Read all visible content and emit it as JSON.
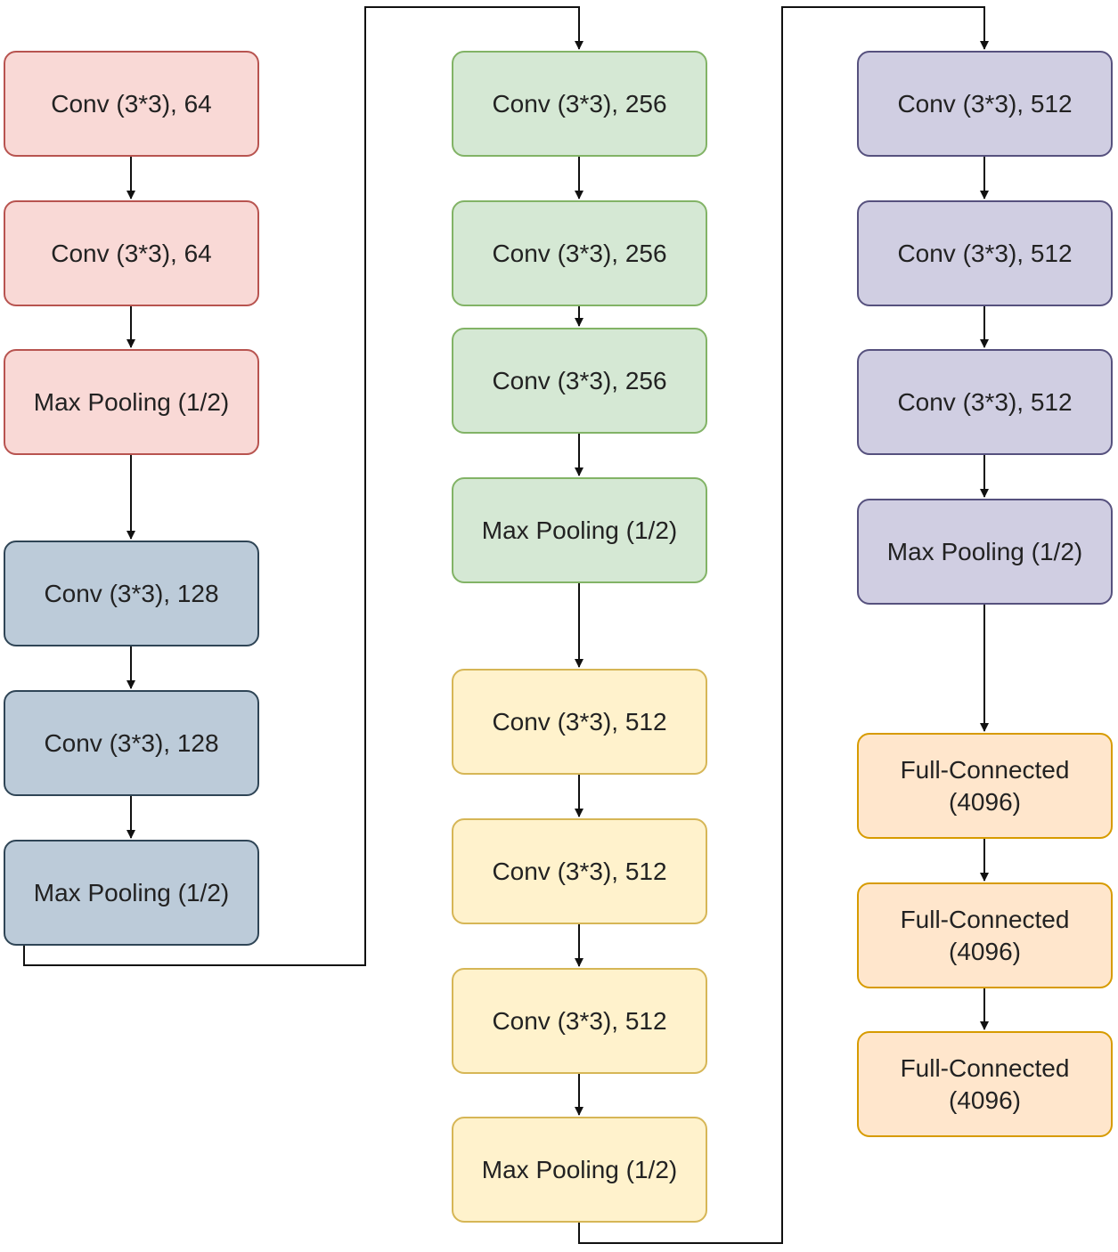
{
  "colors": {
    "pink_fill": "#f9d9d6",
    "pink_border": "#b85450",
    "slate_fill": "#bccbd9",
    "slate_border": "#2f4556",
    "green_fill": "#d5e8d4",
    "green_border": "#82b366",
    "yellow_fill": "#fff2cc",
    "yellow_border": "#d6b656",
    "lavender_fill": "#d0cee2",
    "lavender_border": "#56517e",
    "orange_fill": "#ffe6cc",
    "orange_border": "#d79b00",
    "connector": "#111111"
  },
  "blocks": {
    "c1_0": "Conv (3*3), 64",
    "c1_1": "Conv (3*3), 64",
    "c1_2": "Max Pooling  (1/2)",
    "c1_3": "Conv (3*3), 128",
    "c1_4": "Conv (3*3), 128",
    "c1_5": "Max Pooling  (1/2)",
    "c2_0": "Conv (3*3), 256",
    "c2_1": "Conv (3*3), 256",
    "c2_2": "Conv (3*3), 256",
    "c2_3": "Max Pooling  (1/2)",
    "c2_4": "Conv (3*3), 512",
    "c2_5": "Conv (3*3), 512",
    "c2_6": "Conv (3*3), 512",
    "c2_7": "Max Pooling  (1/2)",
    "c3_0": "Conv (3*3), 512",
    "c3_1": "Conv (3*3), 512",
    "c3_2": "Conv (3*3), 512",
    "c3_3": "Max Pooling  (1/2)",
    "c3_4": "Full-Connected\n(4096)",
    "c3_5": "Full-Connected\n(4096)",
    "c3_6": "Full-Connected\n(4096)"
  }
}
